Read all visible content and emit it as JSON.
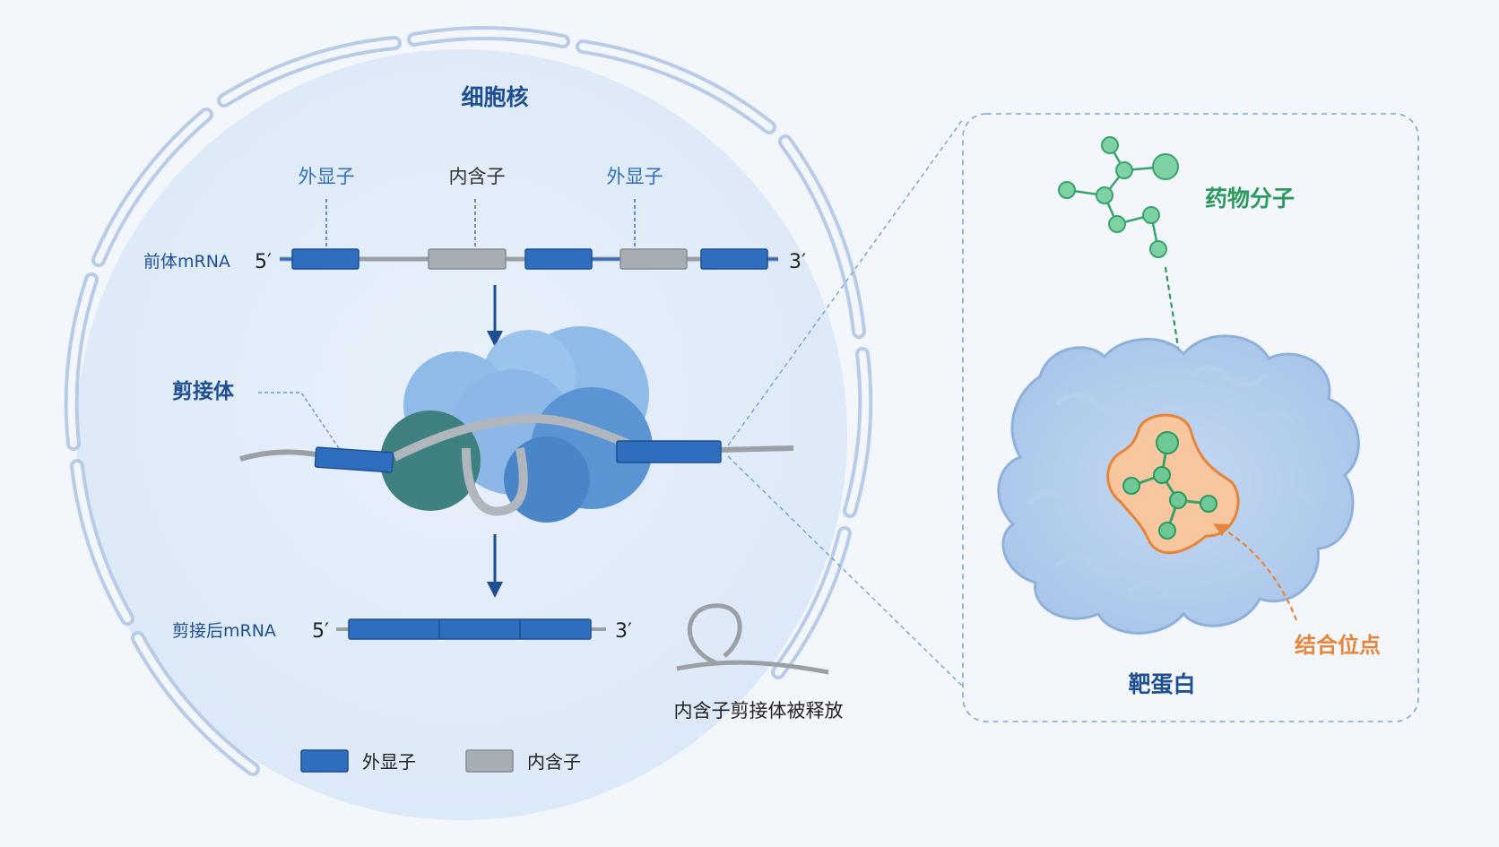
{
  "nucleus": {
    "title": "细胞核",
    "label_exon_1": "外显子",
    "label_intron": "内含子",
    "label_exon_2": "外显子",
    "pre_mrna_label": "前体mRNA",
    "five_prime": "5′",
    "three_prime": "3′",
    "spliceosome_label": "剪接体",
    "mature_mrna_label": "剪接后mRNA",
    "released_label": "内含子剪接体被释放"
  },
  "legend": {
    "exon": "外显子",
    "intron": "内含子"
  },
  "inset": {
    "drug_label": "药物分子",
    "binding_site_label": "结合位点",
    "target_label": "靶蛋白"
  },
  "colors": {
    "exon": "#2f6ebf",
    "intron": "#a8adb3",
    "nucleus_title": "#1e4f92",
    "drug": "#2c9a5f",
    "binding": "#e6843a"
  }
}
